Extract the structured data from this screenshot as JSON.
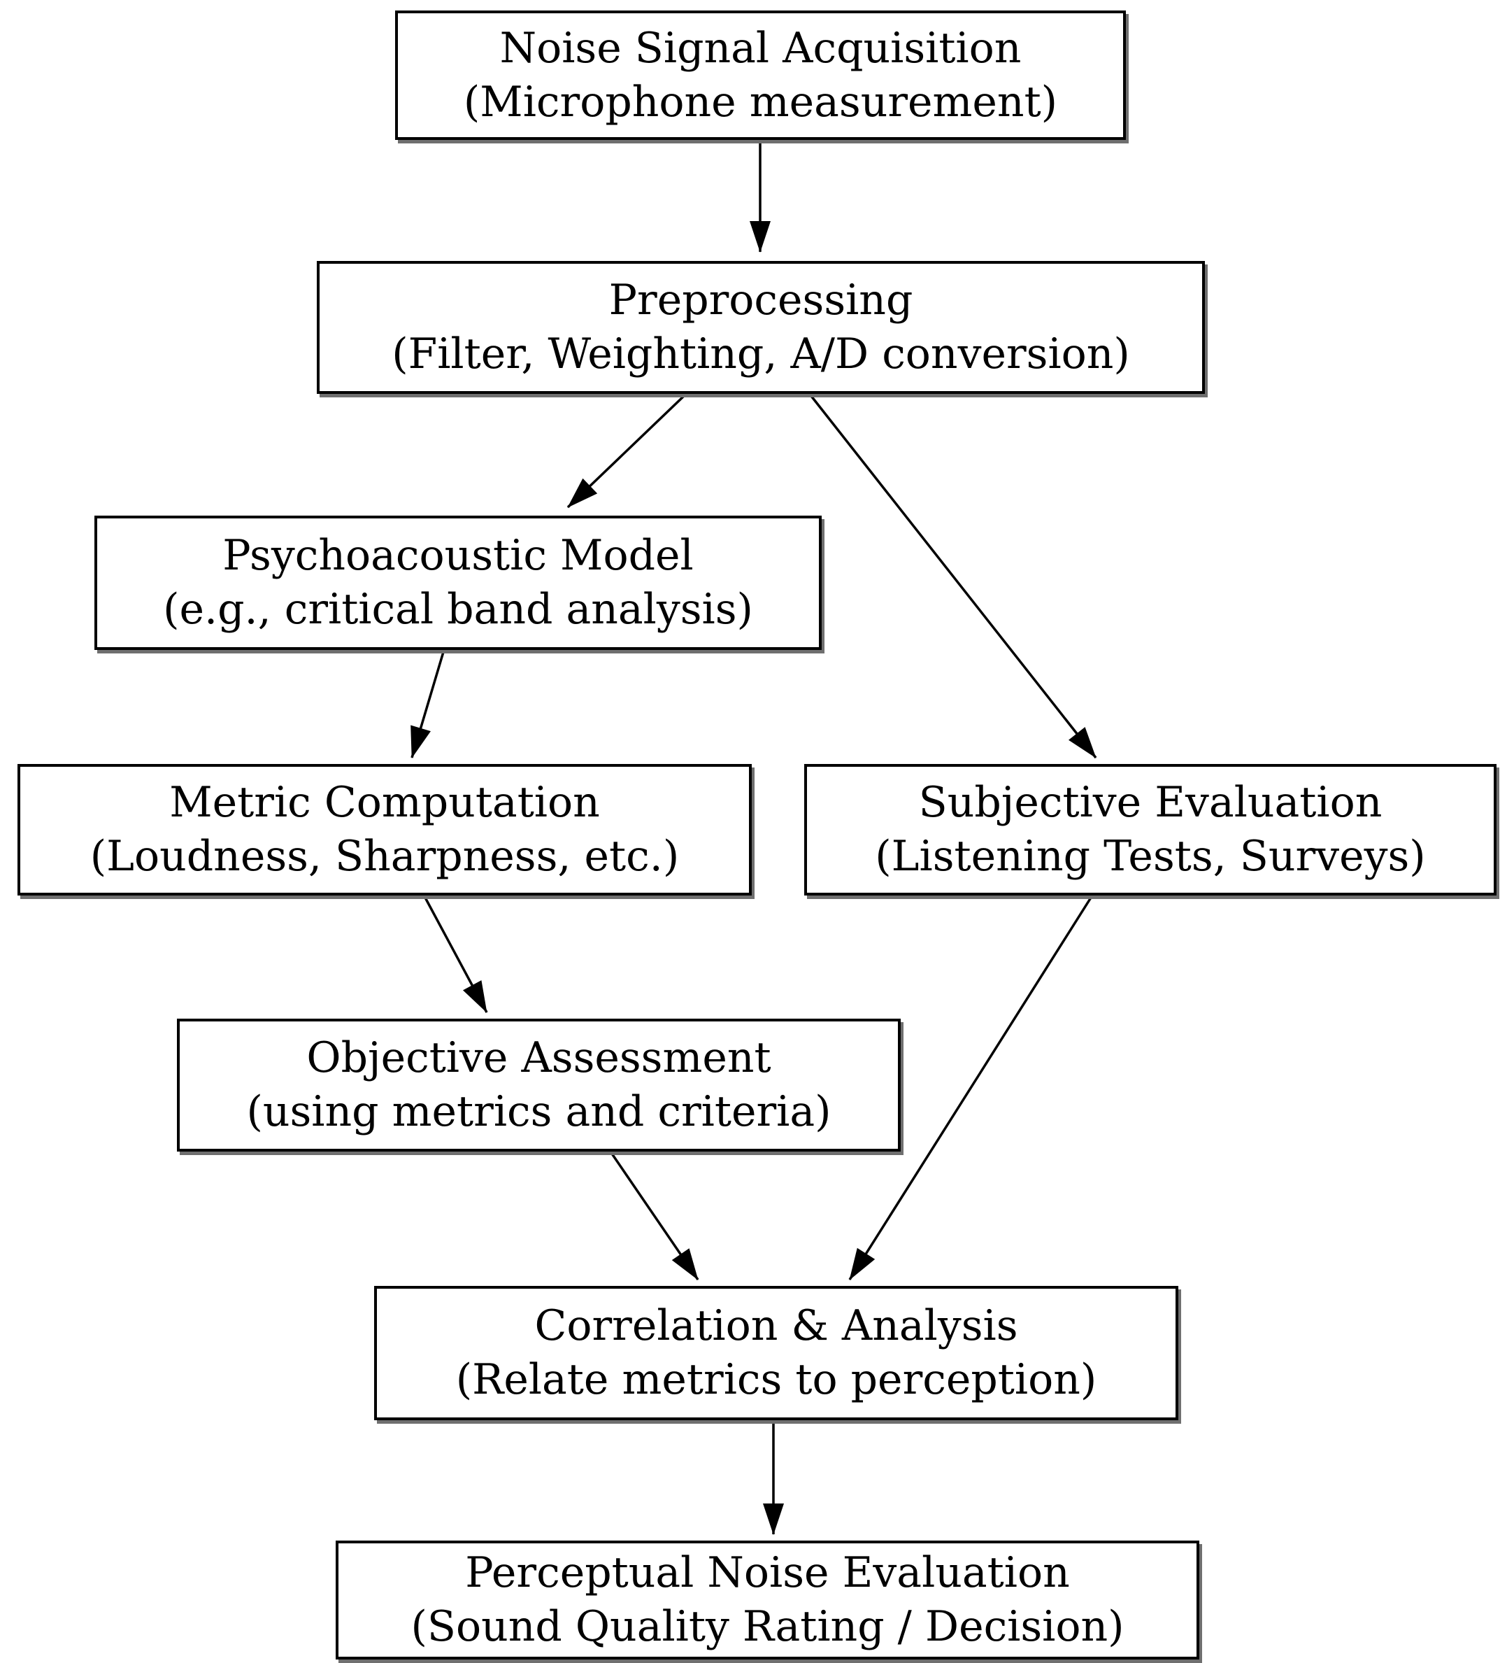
{
  "diagram": {
    "background_color": "#ffffff",
    "node_fill_color": "#ffffff",
    "node_border_color": "#000000",
    "text_color": "#000000",
    "arrow_color": "#000000"
  },
  "nodes": [
    {
      "id": "acquisition",
      "line1": "Noise Signal Acquisition",
      "line2": "(Microphone measurement)"
    },
    {
      "id": "preprocessing",
      "line1": "Preprocessing",
      "line2": "(Filter, Weighting, A/D conversion)"
    },
    {
      "id": "psychoacoustic",
      "line1": "Psychoacoustic Model",
      "line2": "(e.g., critical band analysis)"
    },
    {
      "id": "metric",
      "line1": "Metric Computation",
      "line2": "(Loudness, Sharpness, etc.)"
    },
    {
      "id": "subjective",
      "line1": "Subjective Evaluation",
      "line2": "(Listening Tests, Surveys)"
    },
    {
      "id": "objective",
      "line1": "Objective Assessment",
      "line2": "(using metrics and criteria)"
    },
    {
      "id": "correlation",
      "line1": "Correlation & Analysis",
      "line2": "(Relate metrics to perception)"
    },
    {
      "id": "perceptual",
      "line1": "Perceptual Noise Evaluation",
      "line2": "(Sound Quality Rating / Decision)"
    }
  ],
  "edges": [
    {
      "from": "acquisition",
      "to": "preprocessing"
    },
    {
      "from": "preprocessing",
      "to": "psychoacoustic"
    },
    {
      "from": "preprocessing",
      "to": "subjective"
    },
    {
      "from": "psychoacoustic",
      "to": "metric"
    },
    {
      "from": "metric",
      "to": "objective"
    },
    {
      "from": "objective",
      "to": "correlation"
    },
    {
      "from": "subjective",
      "to": "correlation"
    },
    {
      "from": "correlation",
      "to": "perceptual"
    }
  ]
}
